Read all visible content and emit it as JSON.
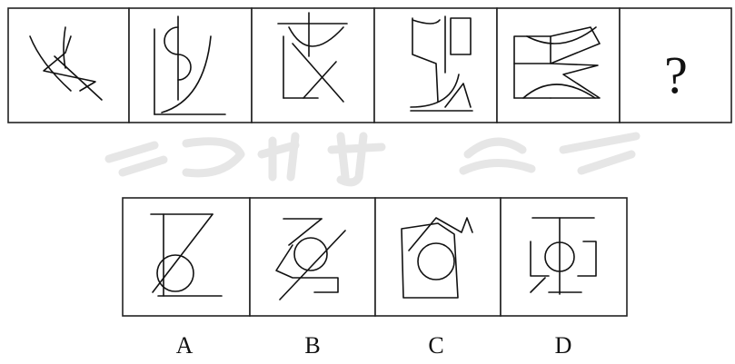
{
  "question_row": {
    "unknown_mark": "?"
  },
  "options": {
    "a_label": "A",
    "b_label": "B",
    "c_label": "C",
    "d_label": "D"
  }
}
